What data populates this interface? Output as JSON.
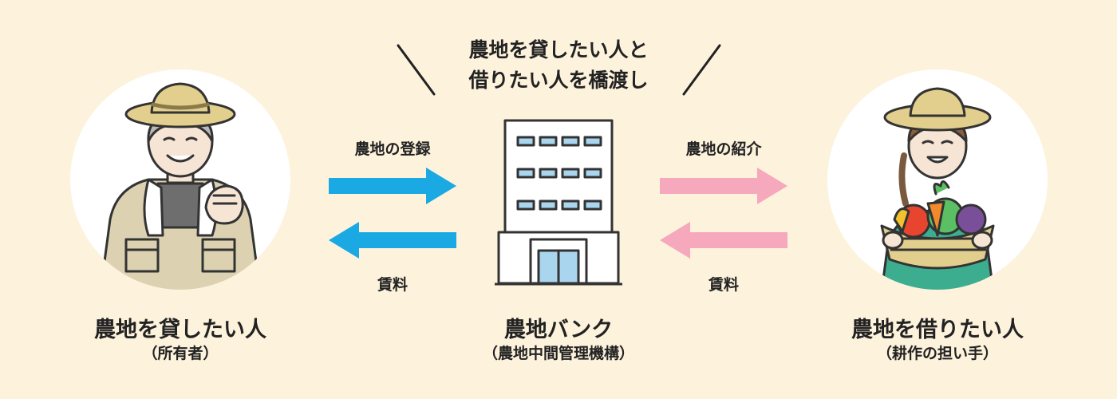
{
  "headline": {
    "line1": "農地を貸したい人と",
    "line2": "借りたい人を橋渡し"
  },
  "lender": {
    "name": "農地を貸したい人",
    "role": "（所有者）"
  },
  "bank": {
    "name": "農地バンク",
    "role": "（農地中間管理機構）"
  },
  "borrower": {
    "name": "農地を借りたい人",
    "role": "（耕作の担い手）"
  },
  "flows": {
    "left_top": "農地の登録",
    "left_bottom": "賃料",
    "right_top": "農地の紹介",
    "right_bottom": "賃料"
  },
  "colors": {
    "background": "#fdf2dc",
    "blue_arrow": "#1aa9e2",
    "pink_arrow": "#f6a8bd",
    "circle": "#ffffff",
    "hat": "#e3cf8d",
    "building_stroke": "#333333",
    "window": "#a9d5ee"
  },
  "icons": [
    "farmer-man-icon",
    "office-building-icon",
    "farmer-woman-icon",
    "arrow-right-icon",
    "arrow-left-icon"
  ]
}
